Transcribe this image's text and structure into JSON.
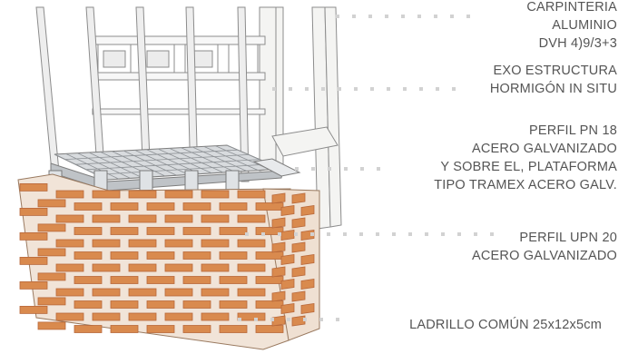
{
  "annotations": [
    {
      "id": "carpinteria",
      "lines": [
        "CARPINTERIA",
        "ALUMINIO",
        "DVH 4)9/3+3"
      ]
    },
    {
      "id": "exo",
      "lines": [
        "EXO ESTRUCTURA",
        "HORMIGÓN IN SITU"
      ]
    },
    {
      "id": "perfil-pn",
      "lines": [
        "PERFIL PN 18",
        "ACERO GALVANIZADO",
        "Y SOBRE EL, PLATAFORMA",
        "TIPO TRAMEX ACERO GALV."
      ]
    },
    {
      "id": "perfil-upn",
      "lines": [
        "PERFIL UPN 20",
        "ACERO GALVANIZADO"
      ]
    },
    {
      "id": "ladrillo",
      "lines": [
        "LADRILLO COMÚN 25x12x5cm"
      ]
    }
  ],
  "colors": {
    "brick": "#d98a4e",
    "brick_dark": "#b8683a",
    "mortar": "#f1e4d8",
    "steel": "#c9ccd0",
    "concrete": "#f4f4f2",
    "line": "#8a8a8a",
    "leader": "#d2d2d2",
    "text": "#555555"
  }
}
